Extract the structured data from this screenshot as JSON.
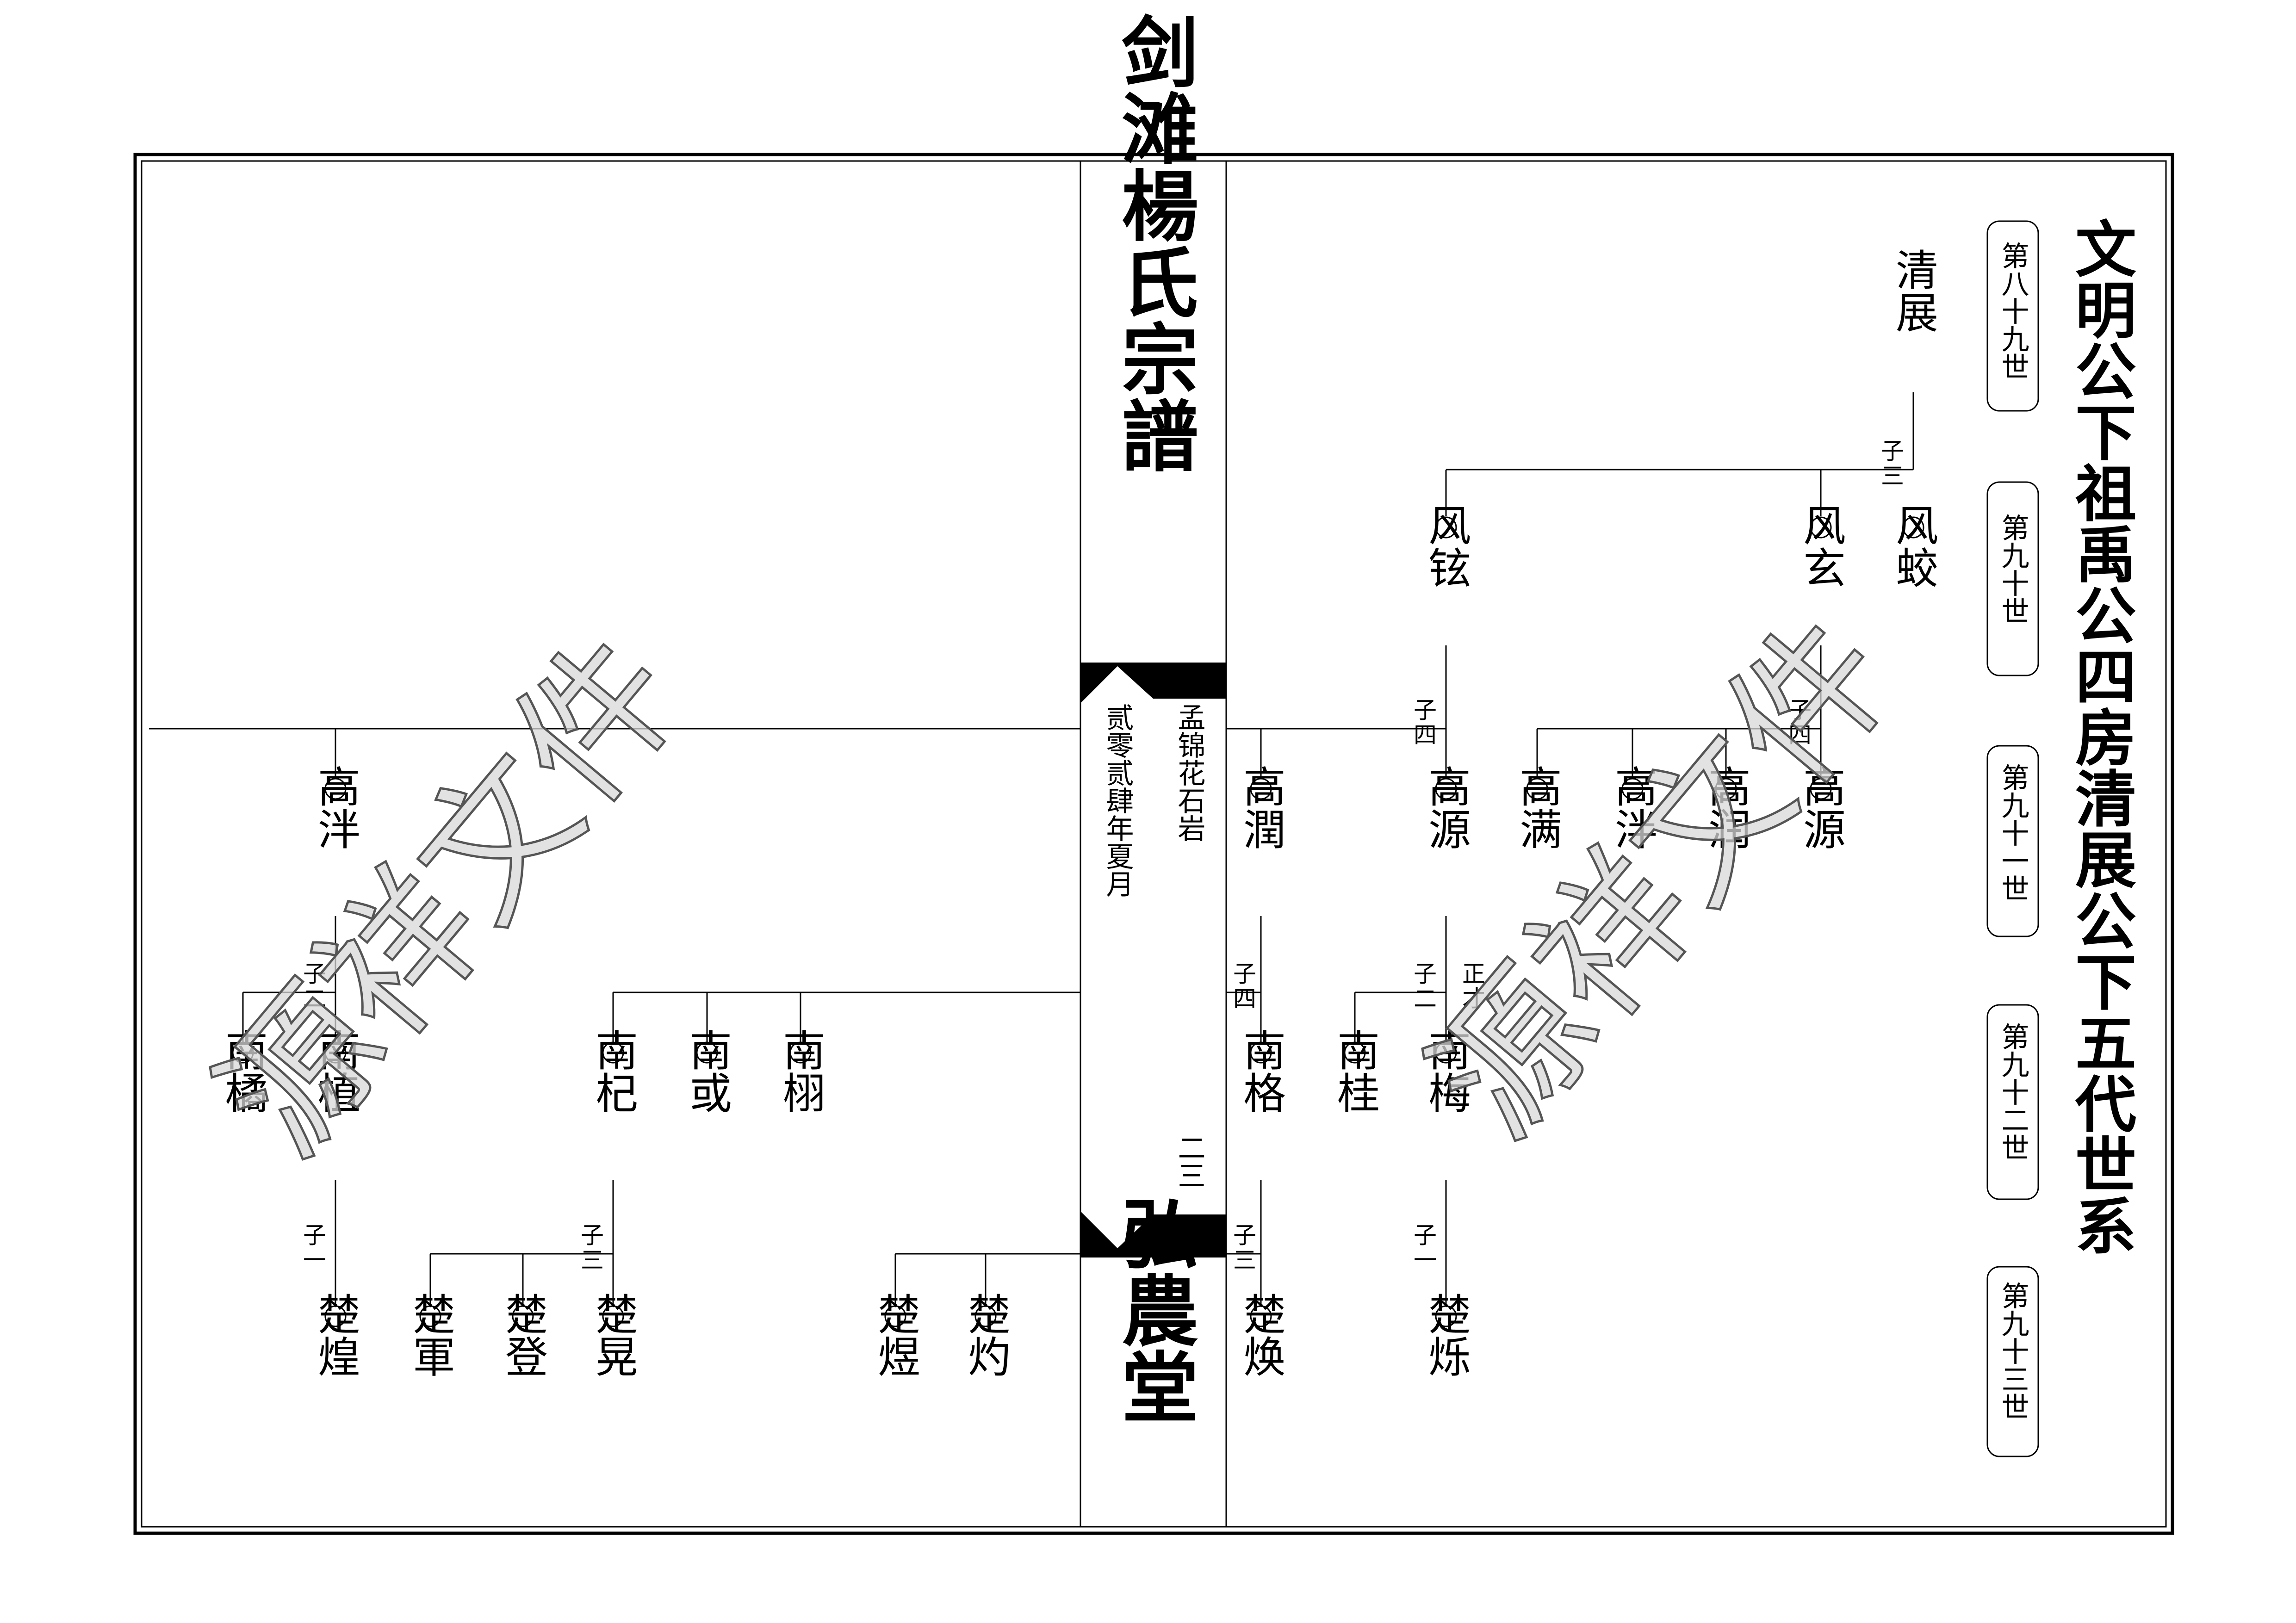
{
  "page_title": "文明公下祖禹公四房清展公下五代世系",
  "spine": {
    "top": "剑滩楊氏宗譜",
    "bottom": "弘農堂",
    "editor": "孟锦花石岩",
    "date": "贰零贰肆年夏月",
    "page_number": "二三"
  },
  "generations": [
    "第八十九世",
    "第九十世",
    "第九十一世",
    "第九十二世",
    "第九十三世"
  ],
  "watermark": "源祥文件",
  "people": {
    "qingzhan": "清展",
    "fengjiao": "风蛟",
    "fengxuan": "风玄",
    "fengxuan2": "风铉",
    "gaoyuan_a": "高源",
    "gaorun_a": "高润",
    "gaoyang_a": "高泮",
    "gaoman": "高满",
    "gaoyuan_b": "高源",
    "gaorun_b": "高潤",
    "gaoyang_b": "高泮",
    "nanmei": "南梅",
    "nangui": "南桂",
    "nange": "南格",
    "nanxu": "南栩",
    "nanhuo": "南或",
    "nanqi": "南杞",
    "nanzhi": "南植",
    "nanju": "南橘",
    "chushuo": "楚烁",
    "chuhuan": "楚焕",
    "chuzhuo": "楚灼",
    "chuyu": "楚煜",
    "chuhuang": "楚晃",
    "chudeng": "楚登",
    "chujun": "楚軍",
    "chuhuang2": "楚煌"
  },
  "notes": {
    "zi": "子",
    "san": "三",
    "si": "四",
    "er": "二",
    "yi": "一",
    "zheng": "正",
    "cai": "才"
  }
}
